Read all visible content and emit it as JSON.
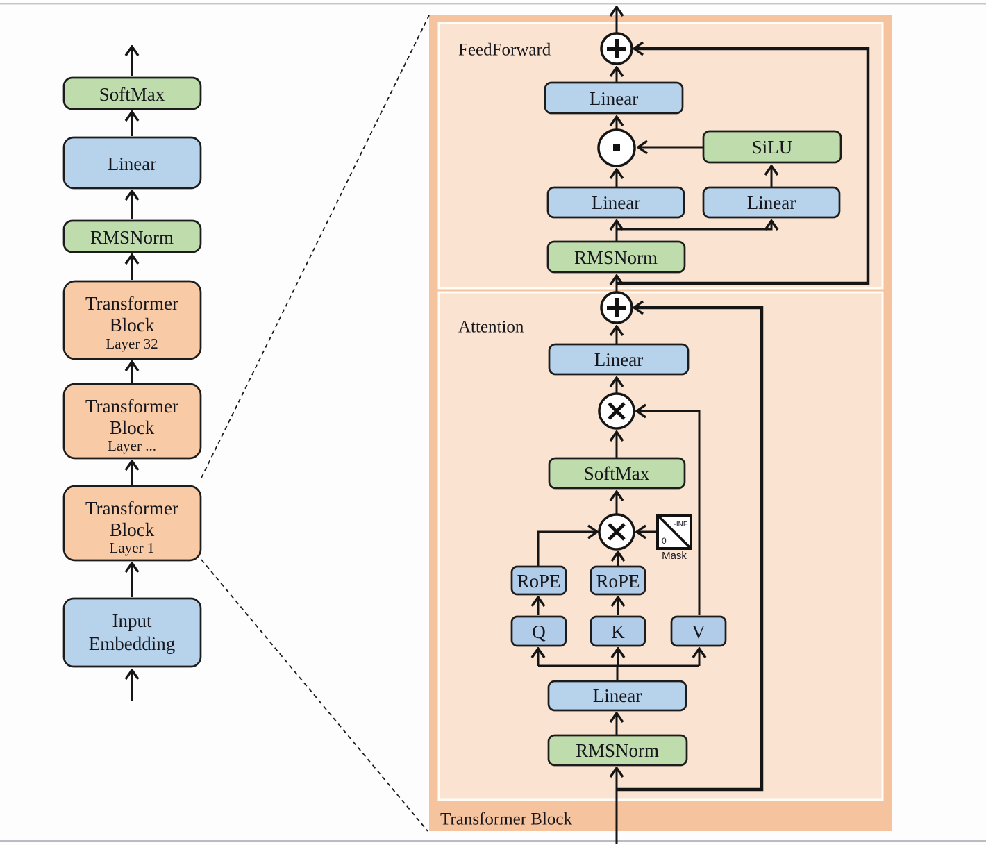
{
  "left_column": {
    "blocks": [
      {
        "id": "softmax",
        "label": "SoftMax"
      },
      {
        "id": "linear",
        "label": "Linear"
      },
      {
        "id": "rmsnorm",
        "label": "RMSNorm"
      },
      {
        "id": "tb_layer32",
        "line1": "Transformer",
        "line2": "Block",
        "layer": "Layer 32"
      },
      {
        "id": "tb_layer_dots",
        "line1": "Transformer",
        "line2": "Block",
        "layer": "Layer ..."
      },
      {
        "id": "tb_layer1",
        "line1": "Transformer",
        "line2": "Block",
        "layer": "Layer 1"
      },
      {
        "id": "input_embedding",
        "line1": "Input",
        "line2": "Embedding"
      }
    ]
  },
  "detail": {
    "block_label": "Transformer Block",
    "feedforward": {
      "label": "FeedForward",
      "out_linear": "Linear",
      "silu": "SiLU",
      "linear_left": "Linear",
      "linear_right": "Linear",
      "rmsnorm": "RMSNorm"
    },
    "attention": {
      "label": "Attention",
      "out_linear": "Linear",
      "softmax": "SoftMax",
      "rope_left": "RoPE",
      "rope_right": "RoPE",
      "q": "Q",
      "k": "K",
      "v": "V",
      "in_linear": "Linear",
      "rmsnorm": "RMSNorm",
      "mask": {
        "label": "Mask",
        "neg_inf": "-INF",
        "zero": "0"
      }
    },
    "operators": {
      "add": "+",
      "multiply": "×",
      "elementwise_product": "·"
    }
  },
  "colors": {
    "orange_block": "#f8cba6",
    "outer_panel": "#f5c49e",
    "inner_panel": "#fae3d1",
    "blue_block": "#b7d3ec",
    "blue_small": "#b0cce8",
    "green_block": "#bedcac",
    "line": "#151515"
  }
}
